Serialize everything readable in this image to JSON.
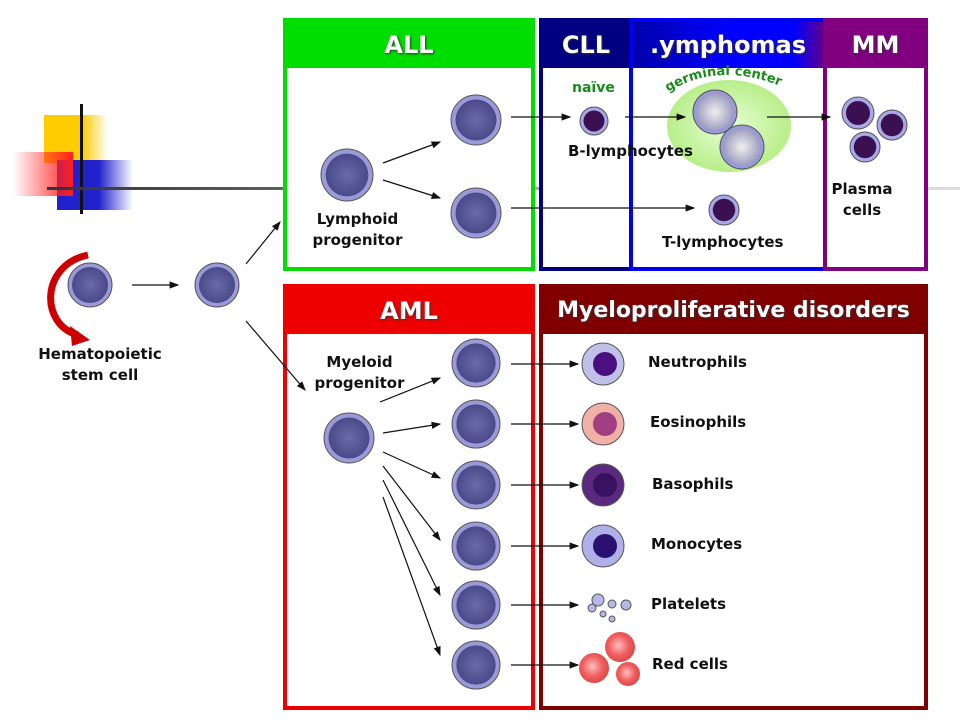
{
  "panels": {
    "all": {
      "title": "ALL",
      "color": "#00dd00"
    },
    "cll": {
      "title": "CLL",
      "color": "#000080"
    },
    "lymphomas": {
      "title": ".ymphomas",
      "color": "#0000ee"
    },
    "mm": {
      "title": "MM",
      "color": "#800080"
    },
    "aml": {
      "title": "AML",
      "color": "#ee0000"
    },
    "mpd": {
      "title": "Myeloproliferative disorders",
      "color": "#800000"
    }
  },
  "labels": {
    "stem_cell": "Hematopoietic stem cell",
    "lymphoid": "Lymphoid progenitor",
    "myeloid": "Myeloid progenitor",
    "naive": "naïve",
    "germinal": "germinal center",
    "b_lymph": "B-lymphocytes",
    "t_lymph": "T-lymphocytes",
    "plasma": "Plasma cells"
  },
  "myeloid_outputs": [
    "Neutrophils",
    "Eosinophils",
    "Basophils",
    "Monocytes",
    "Platelets",
    "Red cells"
  ]
}
